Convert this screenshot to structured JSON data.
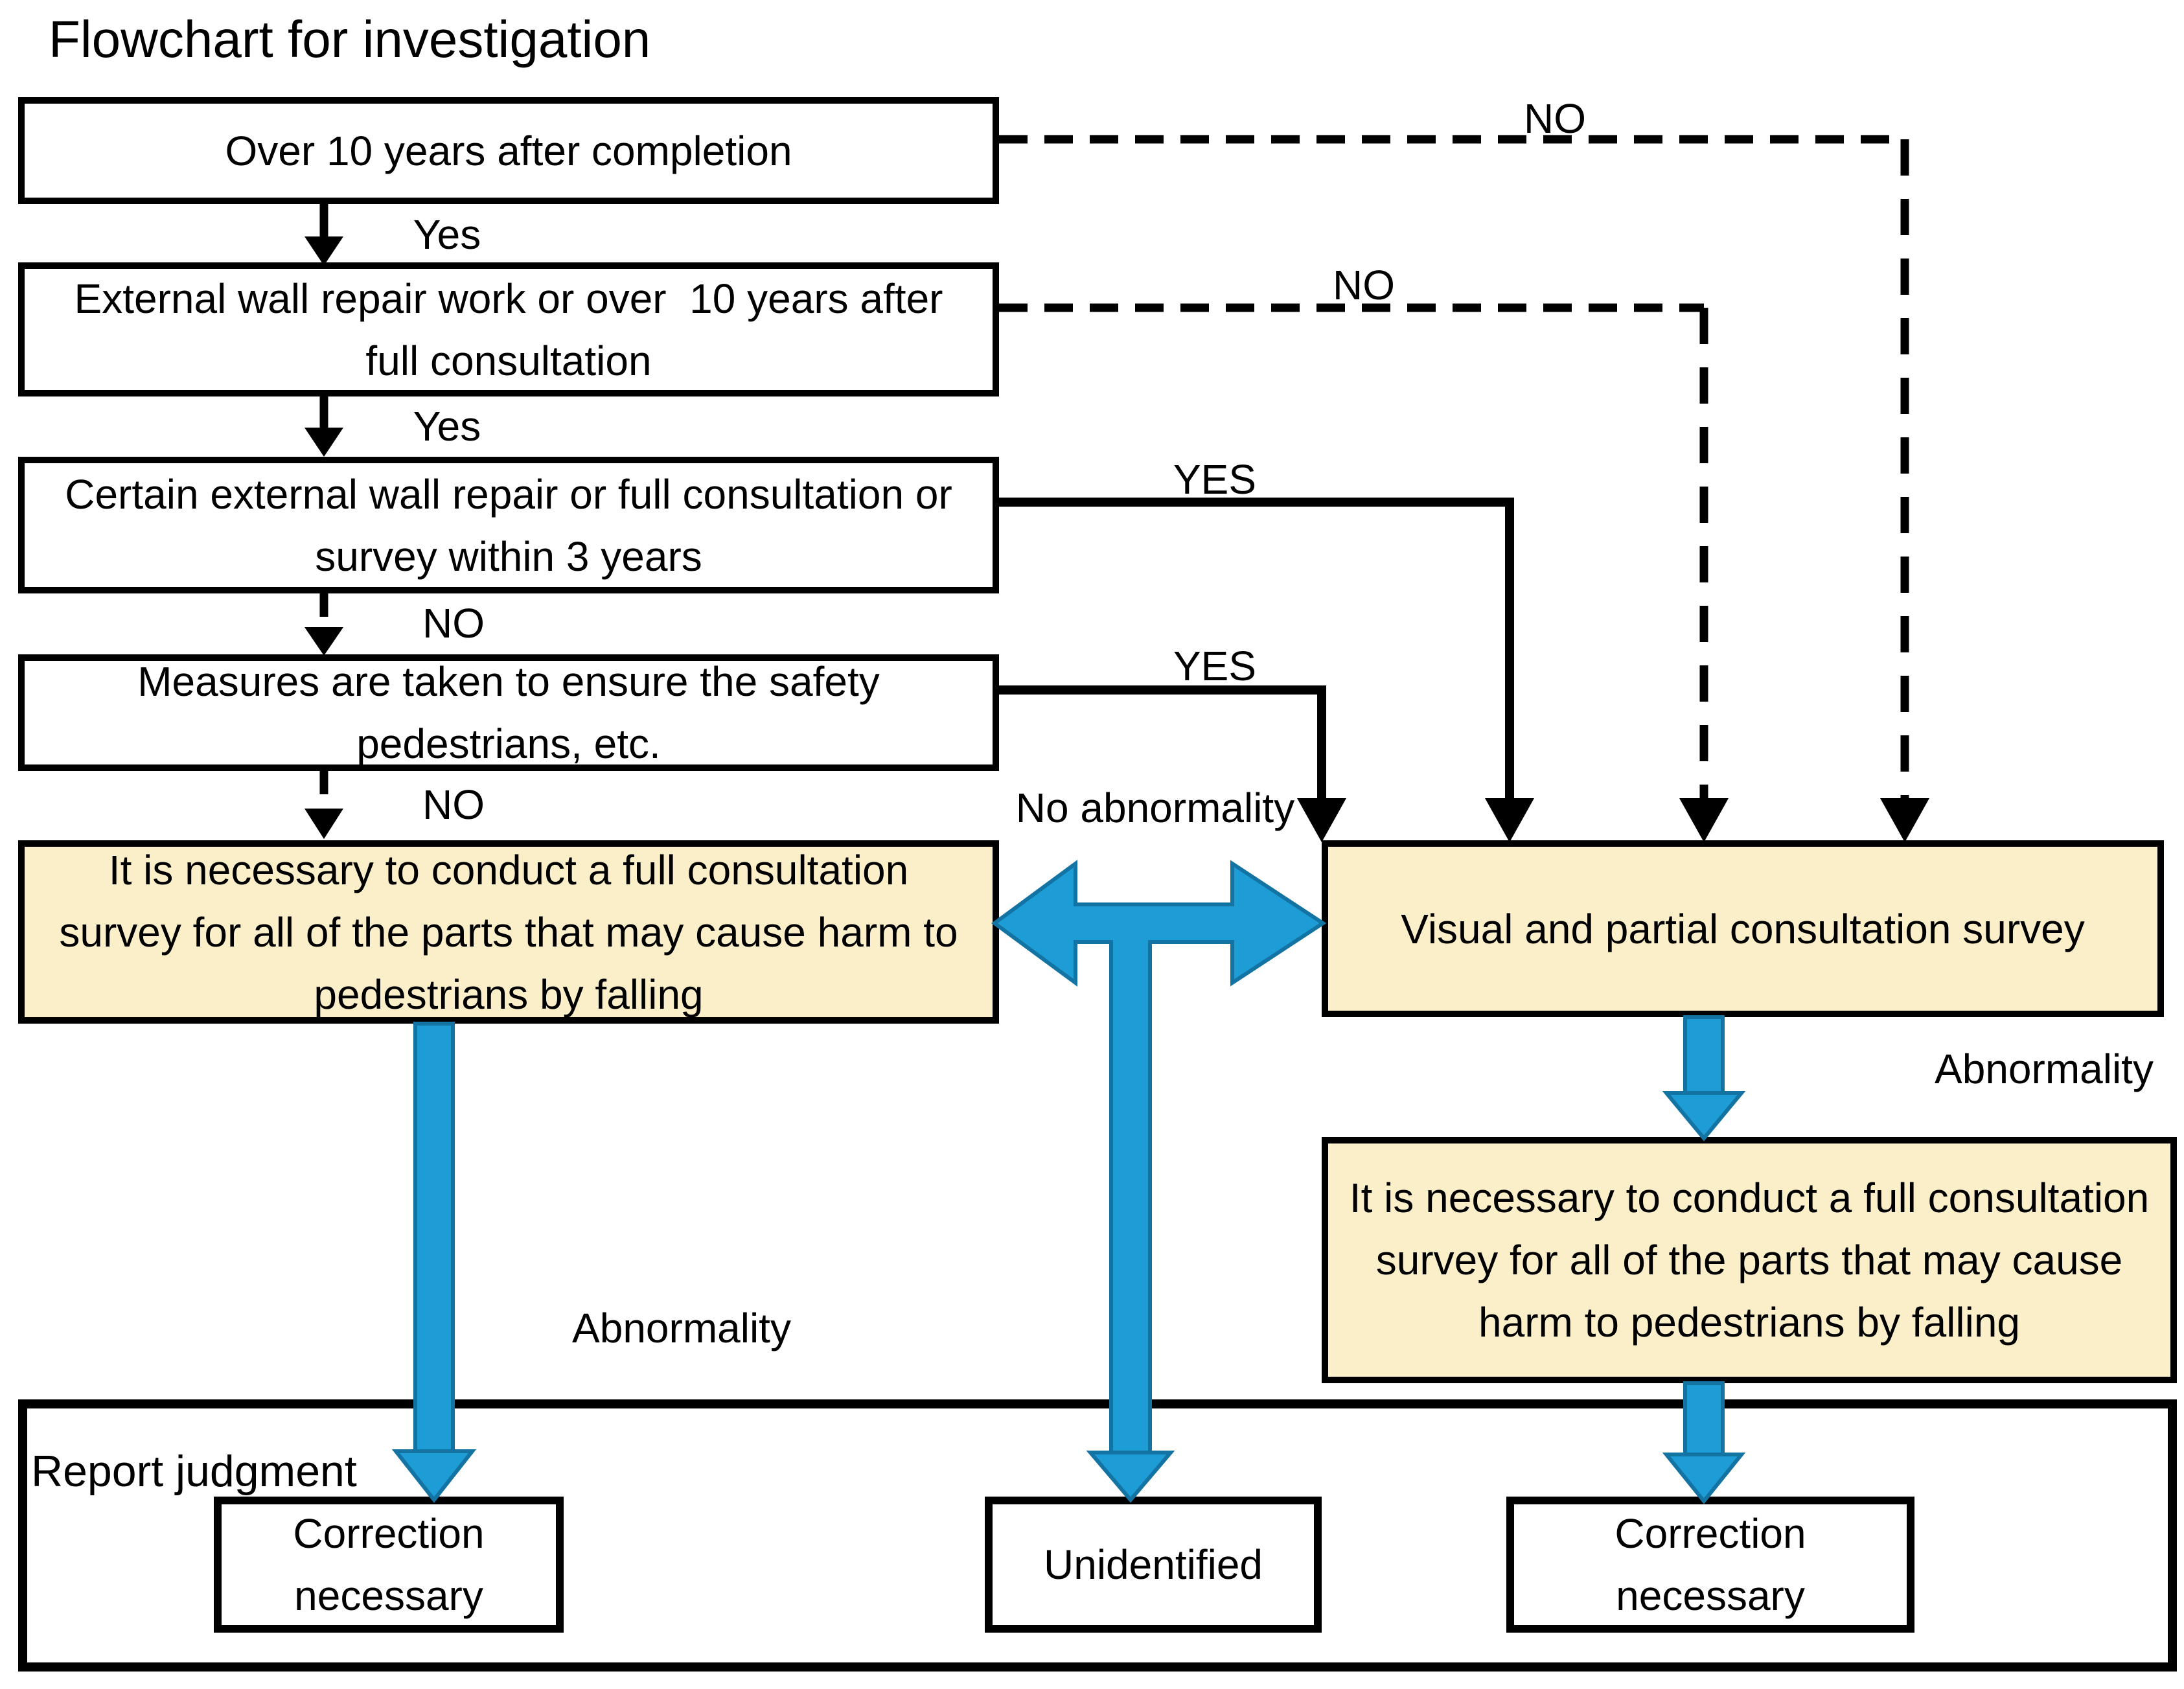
{
  "title": "Flowchart for investigation",
  "colors": {
    "yellow": "#FBEFCA",
    "blue": "#1E9CD6",
    "blue_dark": "#1374A4"
  },
  "boxes": {
    "step1": "Over 10 years after completion",
    "step2": "External wall repair work or over  10 years after\nfull consultation",
    "step3": "Certain external wall repair or full consultation or\nsurvey within 3 years",
    "step4": "Measures are taken to ensure the safety\npedestrians, etc.",
    "full_survey_left": "It is necessary to conduct a full consultation\nsurvey for all of the parts that may cause harm to\npedestrians by falling",
    "visual_survey": "Visual and partial consultation survey",
    "full_survey_right": "It is necessary to conduct a full consultation\nsurvey for all of the parts that may cause\nharm to pedestrians by falling"
  },
  "edge_labels": {
    "step1_yes": "Yes",
    "step2_yes": "Yes",
    "step3_no": "NO",
    "step4_no": "NO",
    "step1_no": "NO",
    "step2_no": "NO",
    "step3_yes": "YES",
    "step4_yes": "YES",
    "no_abnormality": "No abnormality",
    "abnormality_right": "Abnormality",
    "abnormality_left": "Abnormality"
  },
  "report": {
    "label": "Report judgment",
    "outcome_left": "Correction\nnecessary",
    "outcome_middle": "Unidentified",
    "outcome_right": "Correction\nnecessary"
  }
}
